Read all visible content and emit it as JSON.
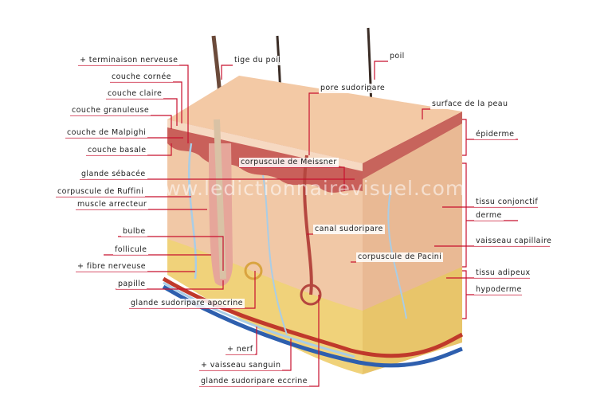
{
  "watermark": "www.ledictionnairevisuel.com",
  "colors": {
    "leader": "#c8102e",
    "epidermis": "#d98a7e",
    "dermis": "#f1c8a6",
    "hypodermis": "#f0d27a",
    "artery": "#c0392b",
    "vein": "#2e5fae",
    "nerve": "#a9cde6"
  },
  "labels_left": [
    "+ terminaison nerveuse",
    "couche cornée",
    "couche claire",
    "couche granuleuse",
    "couche de Malpighi",
    "couche basale",
    "glande sébacée",
    "corpuscule de Ruffini",
    "muscle arrecteur",
    "bulbe",
    "follicule",
    "+ fibre nerveuse",
    "papille",
    "glande sudoripare apocrine",
    "+ nerf",
    "+ vaisseau sanguin",
    "glande sudoripare eccrine"
  ],
  "labels_center": [
    "tige du poil",
    "poil",
    "pore sudoripare",
    "corpuscule de Meissner",
    "canal sudoripare",
    "corpuscule de Pacini"
  ],
  "labels_right": [
    "surface de la peau",
    "épiderme",
    "tissu conjonctif",
    "derme",
    "vaisseau capillaire",
    "tissu adipeux",
    "hypoderme"
  ]
}
